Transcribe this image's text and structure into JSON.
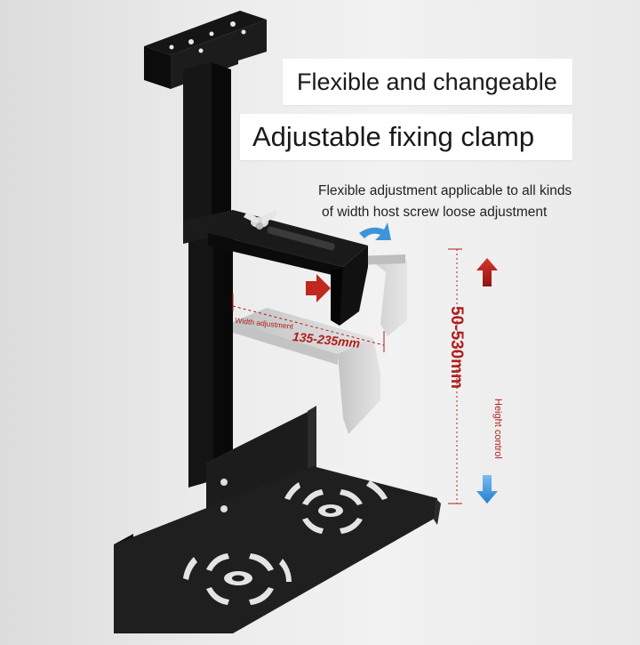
{
  "headline": {
    "line1": "Flexible and changeable",
    "line2": "Adjustable fixing clamp"
  },
  "description": {
    "line1": "Flexible adjustment applicable to all kinds",
    "line2": "of width host screw loose adjustment"
  },
  "width_adjustment": {
    "label": "Width adjustment",
    "range": "135-235mm"
  },
  "height_control": {
    "range": "50-530mm",
    "label": "Height control"
  },
  "colors": {
    "metal": "#111111",
    "dimension": "#b21c1c",
    "arrow_red": "#c0271f",
    "arrow_blue": "#3d94d8"
  },
  "icons": [
    "up-arrow-icon",
    "down-arrow-icon",
    "push-arrow-icon",
    "curved-arrow-icon"
  ]
}
